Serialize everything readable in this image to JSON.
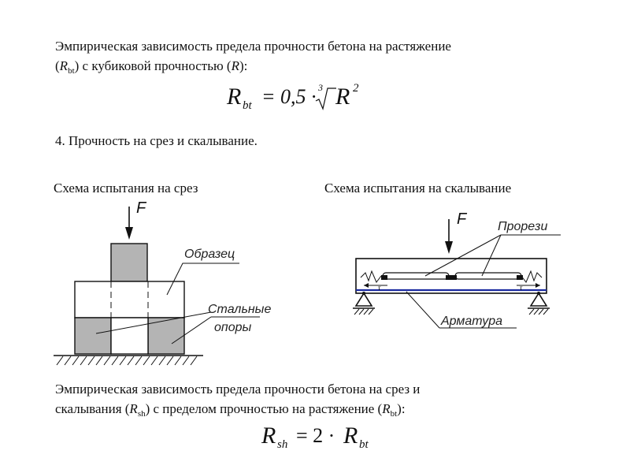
{
  "intro": {
    "line1": "Эмпирическая зависимость предела прочности бетона на растяжение",
    "line2_open": "(",
    "line2_R": "R",
    "line2_sub": "bt",
    "line2_mid": ") с кубиковой прочностью (",
    "line2_R2": "R",
    "line2_close": "):"
  },
  "formula1": {
    "lhs": "R",
    "lhs_sub": "bt",
    "rhs": "= 0,5 · ",
    "root_index": "3",
    "root_body": "R",
    "exp": "2"
  },
  "section": {
    "heading": "4. Прочность на срез и скалывание."
  },
  "scheme_left": {
    "caption": "Схема испытания на срез",
    "force": "F",
    "label_sample": "Образец",
    "label_supports_1": "Стальные",
    "label_supports_2": "опоры"
  },
  "scheme_right": {
    "caption": "Схема испытания на скалывание",
    "force": "F",
    "label_cuts": "Прорези",
    "label_rebar": "Арматура",
    "tau": "τ",
    "colors": {
      "rebar": "#1a2aa0"
    }
  },
  "outro": {
    "line1": "Эмпирическая зависимость предела прочности бетона на срез и",
    "line2_a": "скалывания (",
    "line2_R": "R",
    "line2_sub": "sh",
    "line2_b": ") с пределом прочностью на растяжение (",
    "line2_R2": "R",
    "line2_sub2": "bt",
    "line2_c": "):"
  },
  "formula2": {
    "lhs": "R",
    "lhs_sub": "sh",
    "rhs": "= 2 · ",
    "rhs_R": "R",
    "rhs_sub": "bt"
  }
}
